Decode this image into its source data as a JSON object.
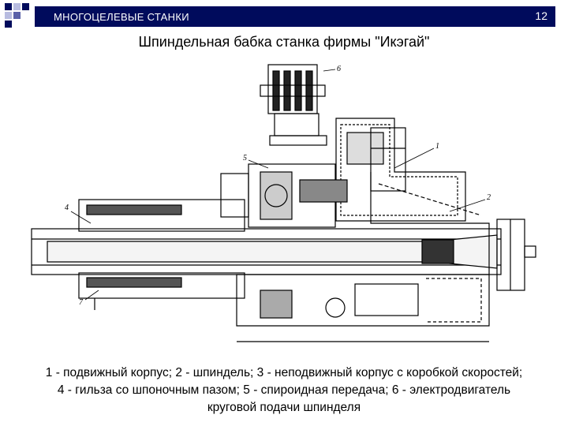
{
  "header": {
    "title": "МНОГОЦЕЛЕВЫЕ СТАНКИ",
    "page_number": "12",
    "bar_color": "#000b5c",
    "square_colors": [
      "#000b5c",
      "#b8bce0",
      "#5a61a8"
    ]
  },
  "slide": {
    "title": "Шпиндельная бабка станка фирмы \"Икэгай\""
  },
  "drawing": {
    "callouts": [
      "1",
      "2",
      "4",
      "5",
      "6",
      "7"
    ]
  },
  "caption": {
    "line1": "1 - подвижный корпус; 2 - шпиндель; 3 - неподвижный корпус с коробкой скоростей;",
    "line2": "4 - гильза со шпоночным пазом; 5 - спироидная передача; 6 - электродвигатель",
    "line3": "круговой подачи шпинделя"
  }
}
